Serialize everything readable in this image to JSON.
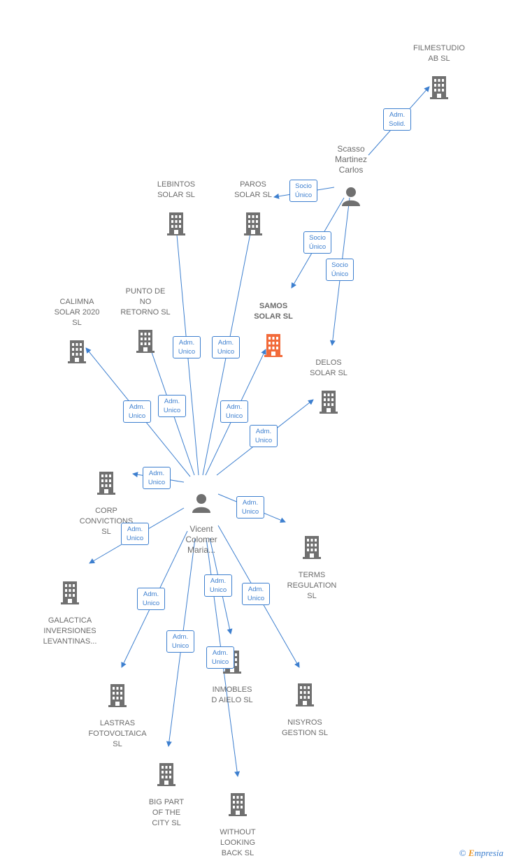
{
  "colors": {
    "edge": "#3d7fcf",
    "building": "#707070",
    "highlight": "#f26a3a"
  },
  "nodes": {
    "filmestudio": "FILMESTUDIO\nAB  SL",
    "scasso": "Scasso\nMartinez\nCarlos",
    "lebintos": "LEBINTOS\nSOLAR  SL",
    "paros": "PAROS\nSOLAR  SL",
    "punto": "PUNTO DE\nNO\nRETORNO SL",
    "calimna": "CALIMNA\nSOLAR 2020\nSL",
    "samos": "SAMOS\nSOLAR  SL",
    "delos": "DELOS\nSOLAR  SL",
    "corp": "CORP\nCONVICTIONS\nSL",
    "vicent": "Vicent\nColomer\nMaria...",
    "terms": "TERMS\nREGULATION\nSL",
    "galactica": "GALACTICA\nINVERSIONES\nLEVANTINAS...",
    "inmobles": "INMOBLES\nD AIELO SL",
    "nisyros": "NISYROS\nGESTION  SL",
    "lastras": "LASTRAS\nFOTOVOLTAICA\nSL",
    "bigpart": "BIG PART\nOF THE\nCITY  SL",
    "without": "WITHOUT\nLOOKING\nBACK SL"
  },
  "edges": {
    "adm_solid": "Adm.\nSolid.",
    "socio_unico": "Socio\nÚnico",
    "adm_unico": "Adm.\nUnico"
  },
  "brand": {
    "copyright": "©",
    "e": "E",
    "rest": "mpresia"
  }
}
